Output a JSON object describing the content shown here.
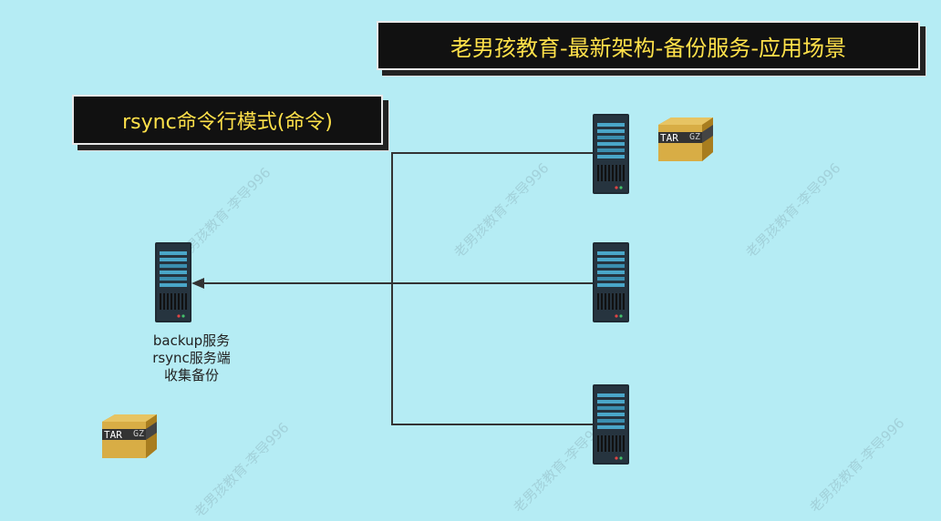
{
  "main_title": "老男孩教育-最新架构-备份服务-应用场景",
  "sub_title": "rsync命令行模式(命令)",
  "backup_server": {
    "lines": [
      "backup服务",
      "rsync服务端",
      "收集备份"
    ]
  },
  "archive_icon": {
    "left_label": "TAR",
    "right_label": "GZ"
  },
  "watermark_text": "老男孩教育-李导996",
  "colors": {
    "background": "#b5ecf4",
    "title_bg": "#111111",
    "title_text": "#ffe14a",
    "connector": "#333333"
  },
  "icons": [
    "server-icon",
    "archive-icon"
  ]
}
